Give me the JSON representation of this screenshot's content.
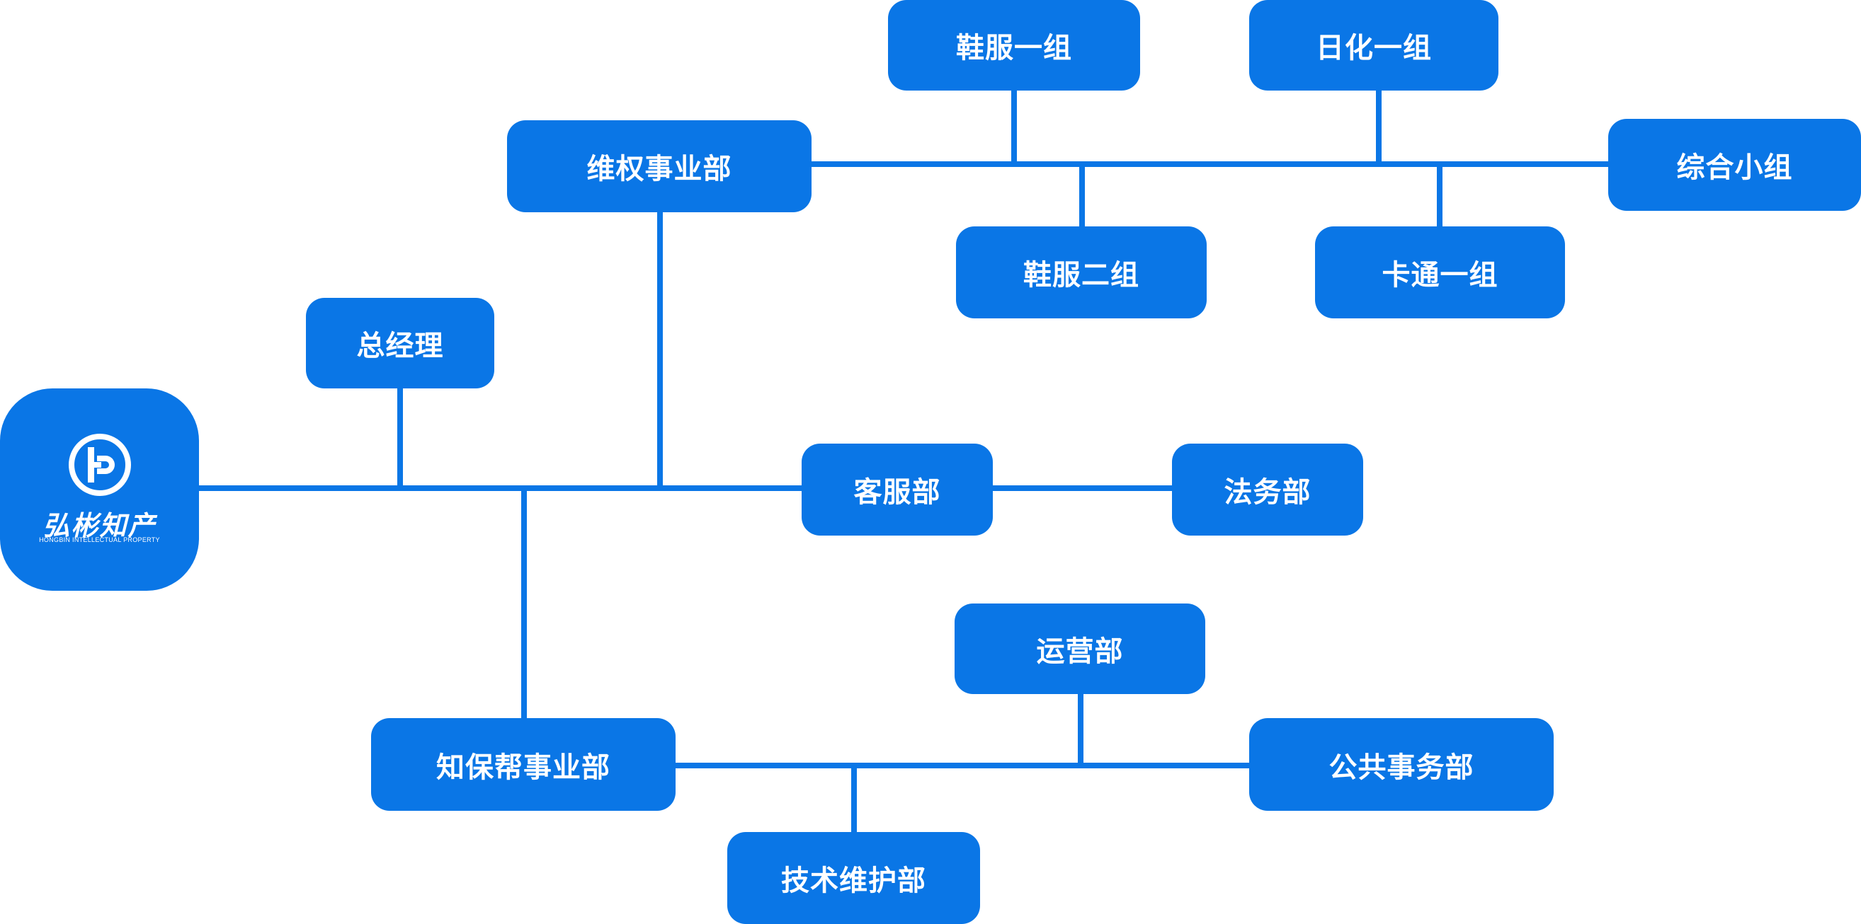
{
  "colors": {
    "node_fill": "#0a76e6",
    "connector": "#0a76e6",
    "text": "#ffffff",
    "background": "#ffffff"
  },
  "company": {
    "name": "弘彬知产",
    "english_name": "HONGBIN INTELLECTUAL PROPERTY",
    "logo_icon": "hongbin-logo-icon"
  },
  "nodes": {
    "general_manager": "总经理",
    "rights_protection": "维权事业部",
    "shoes_group_1": "鞋服一组",
    "shoes_group_2": "鞋服二组",
    "daily_chem_group_1": "日化一组",
    "cartoon_group_1": "卡通一组",
    "general_group": "综合小组",
    "customer_service": "客服部",
    "legal": "法务部",
    "zhibaobang": "知保帮事业部",
    "operations": "运营部",
    "public_affairs": "公共事务部",
    "tech_maintenance": "技术维护部"
  }
}
